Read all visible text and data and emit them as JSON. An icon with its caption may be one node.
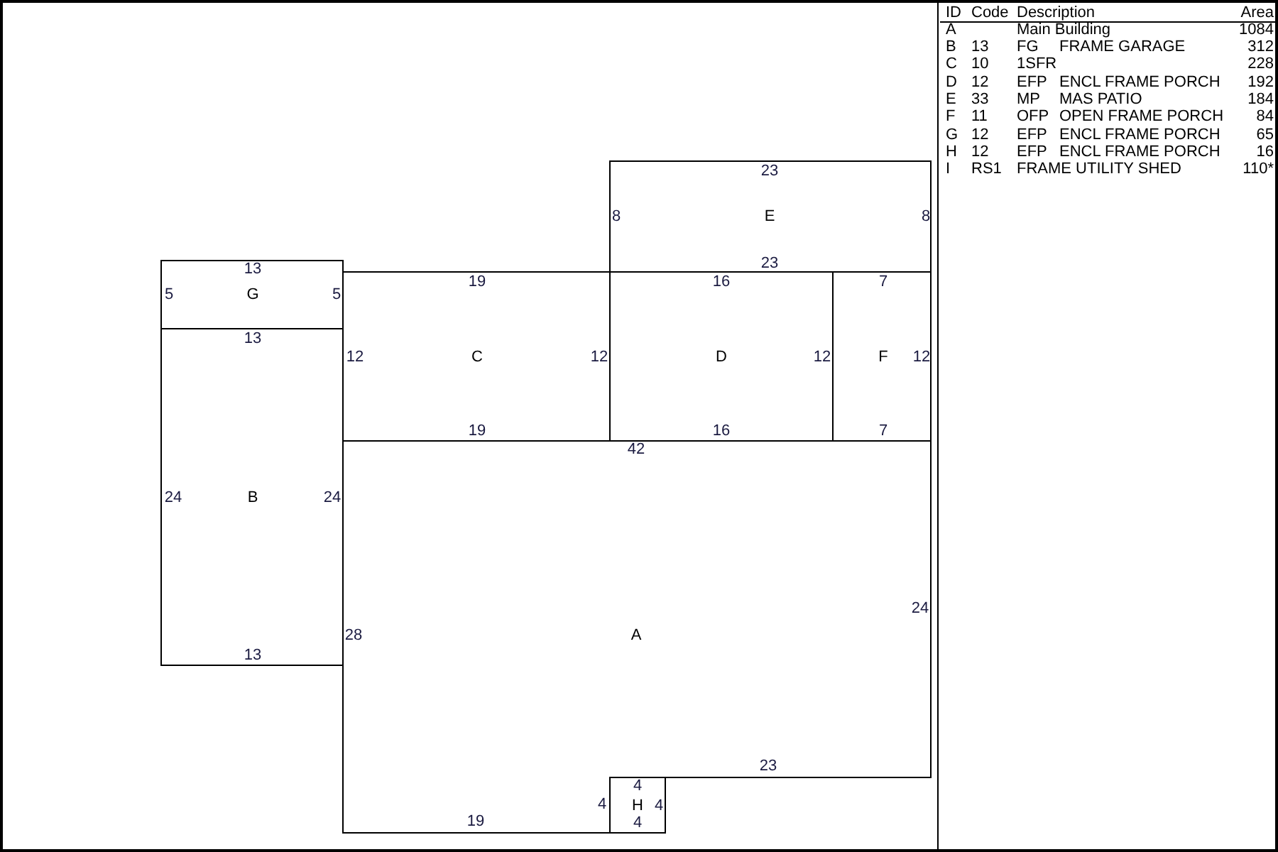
{
  "diagram": {
    "nodes": [
      {
        "text": [
          "A",
          "42",
          "24",
          "23",
          "4",
          "19",
          "28"
        ]
      },
      {
        "text": [
          "B",
          "13",
          "24",
          "24",
          "13"
        ]
      },
      {
        "text": [
          "C",
          "19",
          "12",
          "12",
          "19"
        ]
      },
      {
        "text": [
          "D",
          "16",
          "12",
          "16"
        ]
      },
      {
        "text": [
          "E",
          "23",
          "8",
          "8",
          "23"
        ]
      },
      {
        "text": [
          "F",
          "7",
          "12",
          "7"
        ]
      },
      {
        "text": [
          "G",
          "13",
          "5",
          "5"
        ]
      },
      {
        "text": [
          "H",
          "4",
          "4",
          "4"
        ]
      }
    ],
    "edges": [],
    "labels": [
      "ID",
      "Code",
      "Description",
      "Area",
      "A",
      "Main Building",
      "1084",
      "B",
      "13",
      "FG",
      "FRAME GARAGE",
      "312",
      "C",
      "10",
      "1SFR",
      "228",
      "D",
      "12",
      "EFP",
      "ENCL FRAME PORCH",
      "192",
      "E",
      "33",
      "MP",
      "MAS PATIO",
      "184",
      "F",
      "11",
      "OFP",
      "OPEN FRAME PORCH",
      "84",
      "G",
      "12",
      "EFP",
      "ENCL FRAME PORCH",
      "65",
      "H",
      "12",
      "EFP",
      "ENCL FRAME PORCH",
      "16",
      "I",
      "RS1",
      "FRAME UTILITY SHED",
      "110*"
    ]
  }
}
